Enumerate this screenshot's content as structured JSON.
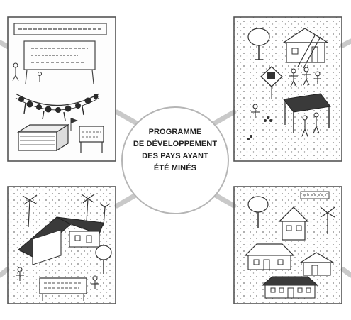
{
  "center": {
    "lines": [
      "PROGRAMME",
      "DE DÉVELOPPEMENT",
      "DES PAYS AYANT",
      "ÉTÉ MINÉS"
    ]
  },
  "panels": [
    {
      "position": "top-left",
      "scene": "mine-action-sign-and-people-crossing-bridge"
    },
    {
      "position": "top-right",
      "scene": "village-houses-trees-and-children"
    },
    {
      "position": "bottom-left",
      "scene": "school-building-and-trees"
    },
    {
      "position": "bottom-right",
      "scene": "rebuilt-village-houses-and-trees"
    }
  ]
}
